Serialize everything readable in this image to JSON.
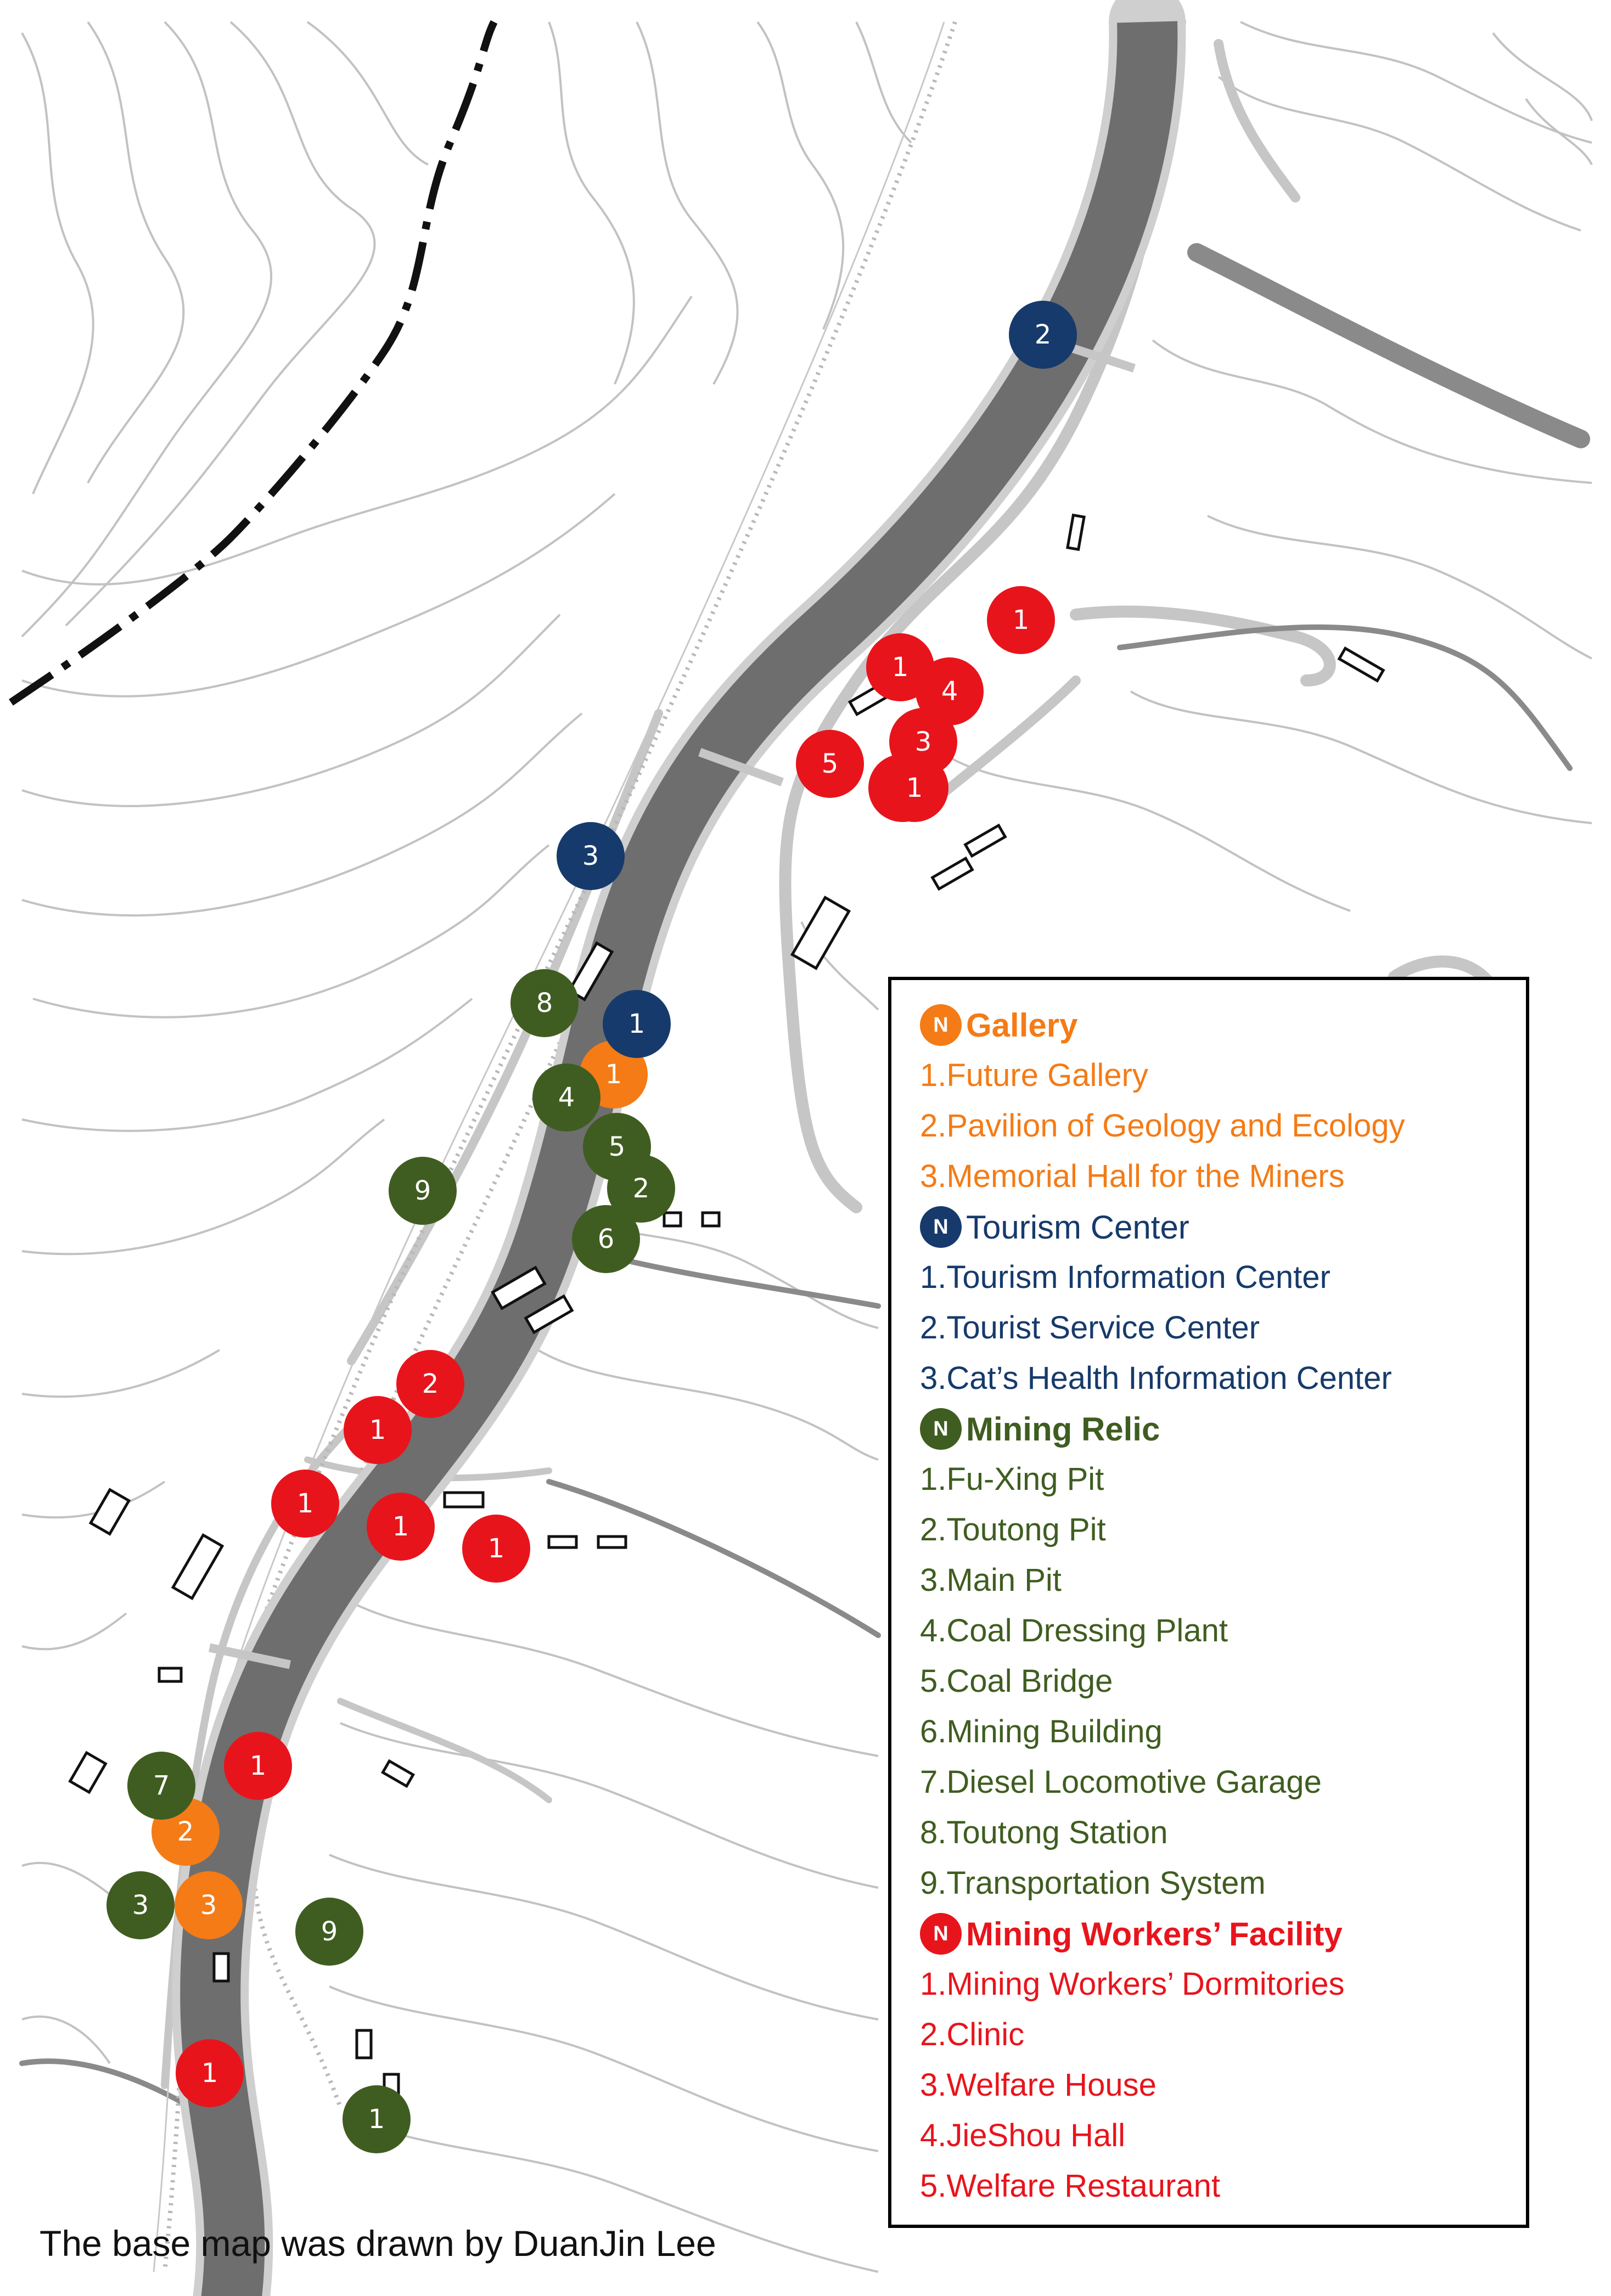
{
  "colors": {
    "gallery": "#f47b16",
    "tourism_center": "#163a6b",
    "mining_relic": "#3f5d20",
    "workers_facility": "#e8141c",
    "river": "#6e6e6e"
  },
  "legend": {
    "badge_label": "N",
    "gallery": {
      "title": "Gallery",
      "items": [
        "1.Future Gallery",
        "2.Pavilion of Geology and Ecology",
        "3.Memorial Hall for the Miners"
      ]
    },
    "tourism_center": {
      "title": "Tourism Center",
      "items": [
        "1.Tourism Information Center",
        "2.Tourist Service Center",
        "3.Cat’s Health Information Center"
      ]
    },
    "mining_relic": {
      "title": "Mining Relic",
      "items": [
        "1.Fu-Xing Pit",
        "2.Toutong Pit",
        "3.Main Pit",
        "4.Coal Dressing Plant",
        "5.Coal Bridge",
        "6.Mining Building",
        "7.Diesel Locomotive Garage",
        "8.Toutong Station",
        "9.Transportation System"
      ]
    },
    "workers_facility": {
      "title": "Mining Workers’ Facility",
      "items": [
        "1.Mining Workers’ Dormitories",
        "2.Clinic",
        "3.Welfare House",
        "4.JieShou Hall",
        "5.Welfare Restaurant"
      ]
    }
  },
  "markers": {
    "gallery": [
      "1",
      "2",
      "3"
    ],
    "tourism_center": [
      "1",
      "2",
      "3"
    ],
    "mining_relic": [
      "1",
      "2",
      "3",
      "4",
      "5",
      "6",
      "7",
      "8",
      "9",
      "9"
    ],
    "workers_facility": [
      "1",
      "1",
      "1",
      "1",
      "1",
      "1",
      "1",
      "1",
      "1",
      "1",
      "2",
      "3",
      "4",
      "5"
    ]
  },
  "credit": "The base map was drawn by DuanJin Lee"
}
